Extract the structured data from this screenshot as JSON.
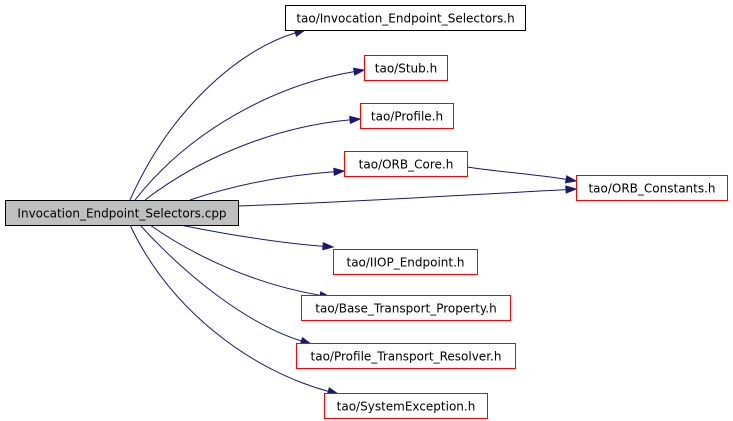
{
  "colors": {
    "root_fill": "#bfbfbf",
    "root_border": "#000000",
    "node_fill": "#ffffff",
    "documented_border": "#000000",
    "undocumented_border": "#ff0000",
    "edge": "#191970"
  },
  "root": {
    "id": "root",
    "label": "Invocation_Endpoint_Selectors.cpp"
  },
  "nodes": [
    {
      "id": "n_ies_h",
      "label": "tao/Invocation_Endpoint_Selectors.h",
      "border": "black"
    },
    {
      "id": "n_stub",
      "label": "tao/Stub.h",
      "border": "red"
    },
    {
      "id": "n_profile",
      "label": "tao/Profile.h",
      "border": "red"
    },
    {
      "id": "n_orb_core",
      "label": "tao/ORB_Core.h",
      "border": "red"
    },
    {
      "id": "n_orb_constants",
      "label": "tao/ORB_Constants.h",
      "border": "red"
    },
    {
      "id": "n_iiop",
      "label": "tao/IIOP_Endpoint.h",
      "border": "red"
    },
    {
      "id": "n_base_transport",
      "label": "tao/Base_Transport_Property.h",
      "border": "red"
    },
    {
      "id": "n_profile_transport",
      "label": "tao/Profile_Transport_Resolver.h",
      "border": "red"
    },
    {
      "id": "n_sysexc",
      "label": "tao/SystemException.h",
      "border": "red"
    }
  ],
  "edges": [
    {
      "from": "root",
      "to": "n_ies_h"
    },
    {
      "from": "root",
      "to": "n_stub"
    },
    {
      "from": "root",
      "to": "n_profile"
    },
    {
      "from": "root",
      "to": "n_orb_core"
    },
    {
      "from": "root",
      "to": "n_orb_constants"
    },
    {
      "from": "root",
      "to": "n_iiop"
    },
    {
      "from": "root",
      "to": "n_base_transport"
    },
    {
      "from": "root",
      "to": "n_profile_transport"
    },
    {
      "from": "root",
      "to": "n_sysexc"
    },
    {
      "from": "n_orb_core",
      "to": "n_orb_constants"
    }
  ]
}
